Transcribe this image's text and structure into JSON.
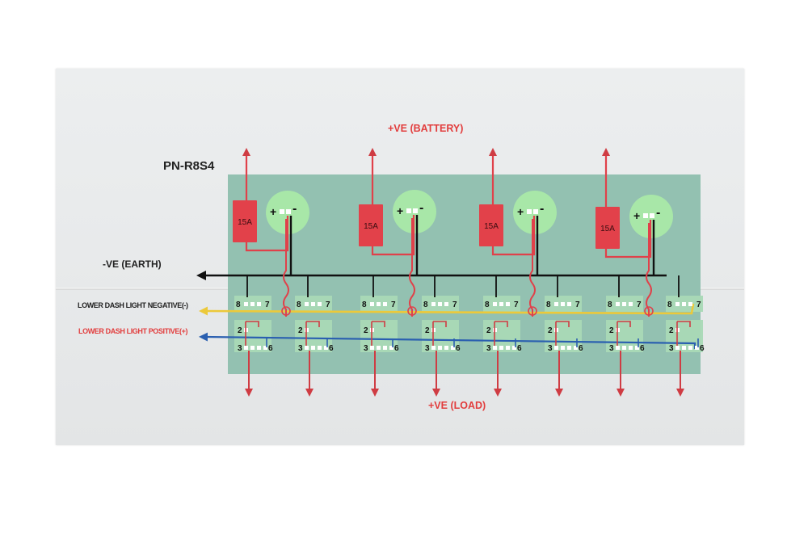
{
  "title": "PN-R8S4",
  "labels": {
    "battery": "+VE (BATTERY)",
    "load": "+VE (LOAD)",
    "earth": "-VE (EARTH)",
    "dash_negative": "LOWER DASH LIGHT NEGATIVE(-)",
    "dash_positive": "LOWER DASH LIGHT POSITIVE(+)"
  },
  "fuse": {
    "rating": "15A",
    "count": 4
  },
  "terminals": {
    "plus": "+",
    "minus": "-"
  },
  "pins": {
    "p8": "8",
    "p7": "7",
    "p2": "2",
    "p3": "3",
    "p6": "6"
  },
  "colors": {
    "panel": "#93c1b1",
    "fuse": "#e2414a",
    "terminal_circle": "#a8e7a8",
    "switch_block": "#a9d9b6",
    "battery_wire": "#e0414a",
    "load_wire": "#cf3c43",
    "earth_wire": "#111111",
    "dash_negative_wire": "#ecc93a",
    "dash_positive_wire": "#2a5fb0",
    "label_red": "#e23d3d",
    "label_blue": "#2a55a8"
  }
}
